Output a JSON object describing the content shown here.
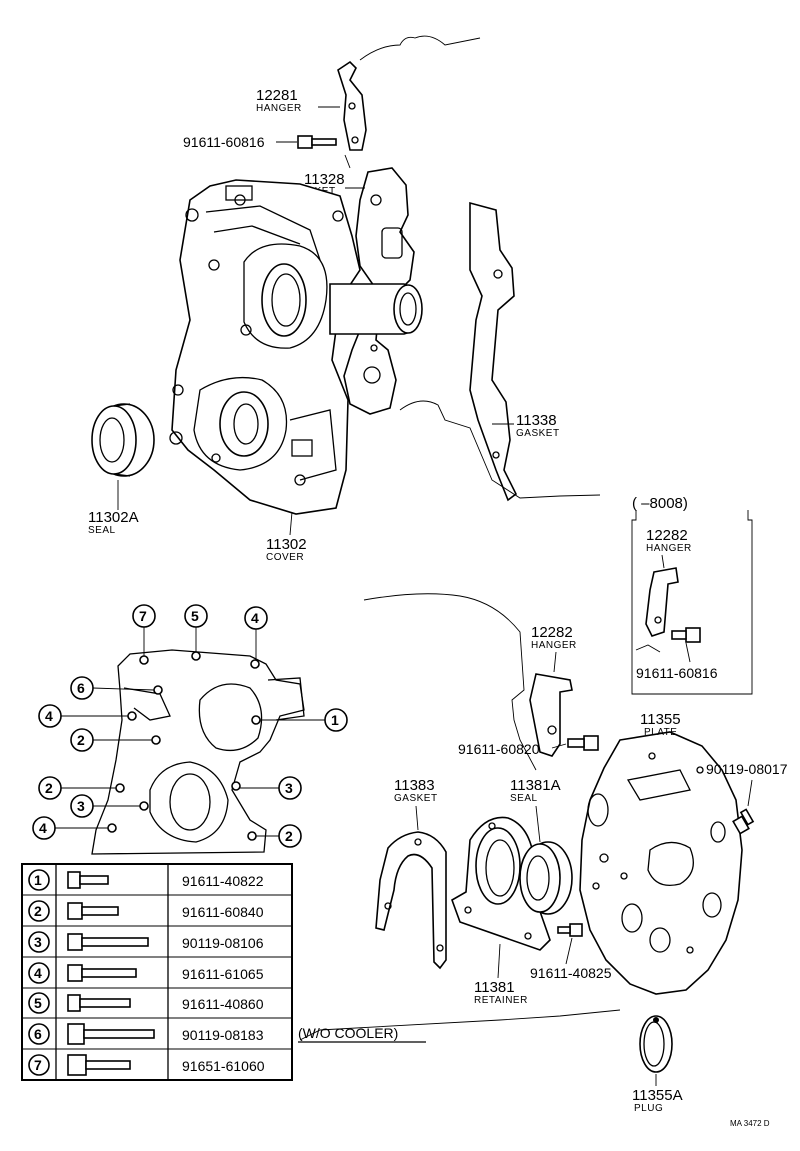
{
  "parts": {
    "hanger_top": {
      "number": "12281",
      "label": "HANGER"
    },
    "bolt_top": {
      "number": "91611-60816"
    },
    "gasket_cover": {
      "number": "11328",
      "label": "GASKET"
    },
    "gasket_plate": {
      "number": "11338",
      "label": "GASKET"
    },
    "seal_front": {
      "number": "11302A",
      "label": "SEAL"
    },
    "cover": {
      "number": "11302",
      "label": "COVER"
    },
    "inset": {
      "range": "(   –8008)",
      "hanger_number": "12282",
      "hanger_label": "HANGER",
      "bolt": "91611-60816"
    },
    "hanger_lower": {
      "number": "12282",
      "label": "HANGER"
    },
    "bolt_hanger": {
      "number": "91611-60820"
    },
    "plate": {
      "number": "11355",
      "label": "PLATE"
    },
    "bolt_plate": {
      "number": "90119-08017"
    },
    "gasket_rear": {
      "number": "11383",
      "label": "GASKET"
    },
    "seal_rear": {
      "number": "11381A",
      "label": "SEAL"
    },
    "retainer": {
      "number": "11381",
      "label": "RETAINER"
    },
    "bolt_retainer": {
      "number": "91611-40825"
    },
    "plug": {
      "number": "11355A",
      "label": "PLUG"
    }
  },
  "bolt_table": [
    {
      "key": "1",
      "part": "91611-40822"
    },
    {
      "key": "2",
      "part": "91611-60840"
    },
    {
      "key": "3",
      "part": "90119-08106"
    },
    {
      "key": "4",
      "part": "91611-61065"
    },
    {
      "key": "5",
      "part": "91611-40860"
    },
    {
      "key": "6",
      "part": "90119-08183"
    },
    {
      "key": "7",
      "part": "91651-61060"
    }
  ],
  "note": "(W/O COOLER)",
  "callouts": {
    "top": [
      "7",
      "5",
      "4"
    ],
    "left": [
      "6",
      "4",
      "2",
      "2",
      "3",
      "4"
    ],
    "right": [
      "1",
      "3",
      "2"
    ]
  },
  "footer": "MA 3472 D"
}
